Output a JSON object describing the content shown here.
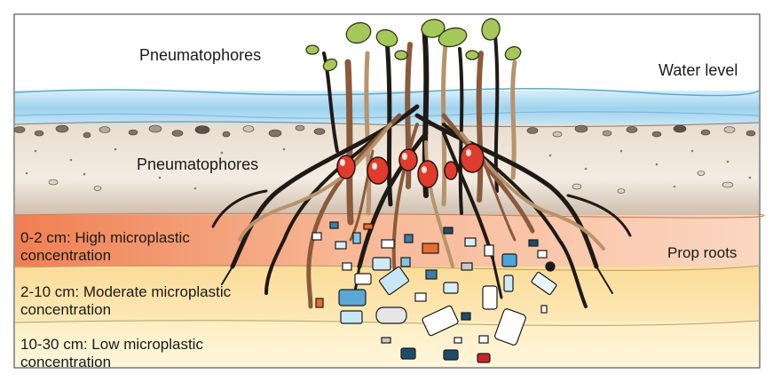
{
  "labels": {
    "pneumatophores_top": "Pneumatophores",
    "pneumatophores_mid": "Pneumatophores",
    "water_level": "Water level",
    "prop_roots": "Prop roots"
  },
  "zones": [
    {
      "depth": "0-2 cm: High microplastic",
      "line2": "concentration",
      "color": "#f4a77d"
    },
    {
      "depth": "2-10 cm: Moderate microplastic",
      "line2": "concentration",
      "color": "#fbe3a5"
    },
    {
      "depth": "10-30 cm: Low microplastic",
      "line2": "concentration",
      "color": "#fdf1c8"
    }
  ],
  "colors": {
    "water": "#a9d6ee",
    "sediment": "#efe6d9",
    "root_dark": "#1f1a16",
    "root_brown": "#8a5a3c",
    "root_tan": "#b7936c",
    "leaf": "#a6c85a",
    "fruit": "#e03b2c"
  }
}
